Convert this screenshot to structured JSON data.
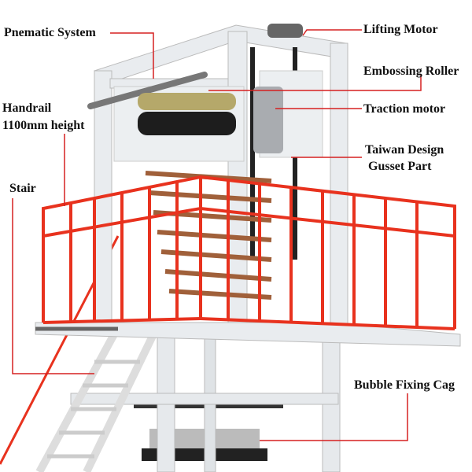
{
  "labels": {
    "pneumatic": "Pnematic System",
    "lifting_motor": "Lifting Motor",
    "embossing_roller": "Embossing Roller",
    "handrail_line1": "Handrail",
    "handrail_line2": "1100mm height",
    "traction_motor": "Traction motor",
    "gusset_line1": "Taiwan Design",
    "gusset_line2": "Gusset Part",
    "stair": "Stair",
    "bubble_cage": "Bubble Fixing Cag"
  },
  "colors": {
    "leader": "#d62020",
    "frame": "#e9ecef",
    "rail": "#e8321e",
    "wood": "#a0603a"
  }
}
